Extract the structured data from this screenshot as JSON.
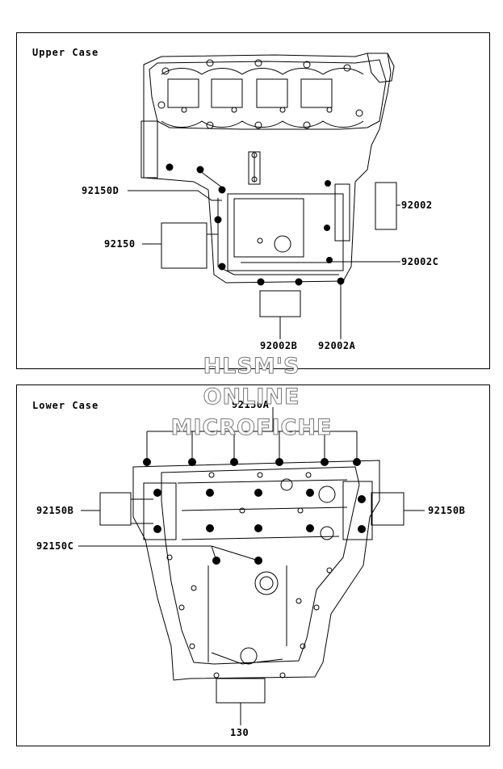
{
  "upper": {
    "title": "Upper Case",
    "labels": {
      "p92150D": "92150D",
      "p92150": "92150",
      "p92002": "92002",
      "p92002C": "92002C",
      "p92002B": "92002B",
      "p92002A": "92002A"
    }
  },
  "lower": {
    "title": "Lower Case",
    "labels": {
      "p92150A": "92150A",
      "p92150B_left": "92150B",
      "p92150B_right": "92150B",
      "p92150C": "92150C",
      "p130": "130"
    }
  },
  "watermark": {
    "line1": "HLSM'S",
    "line2": "ONLINE",
    "line3": "MICROFICHE"
  }
}
